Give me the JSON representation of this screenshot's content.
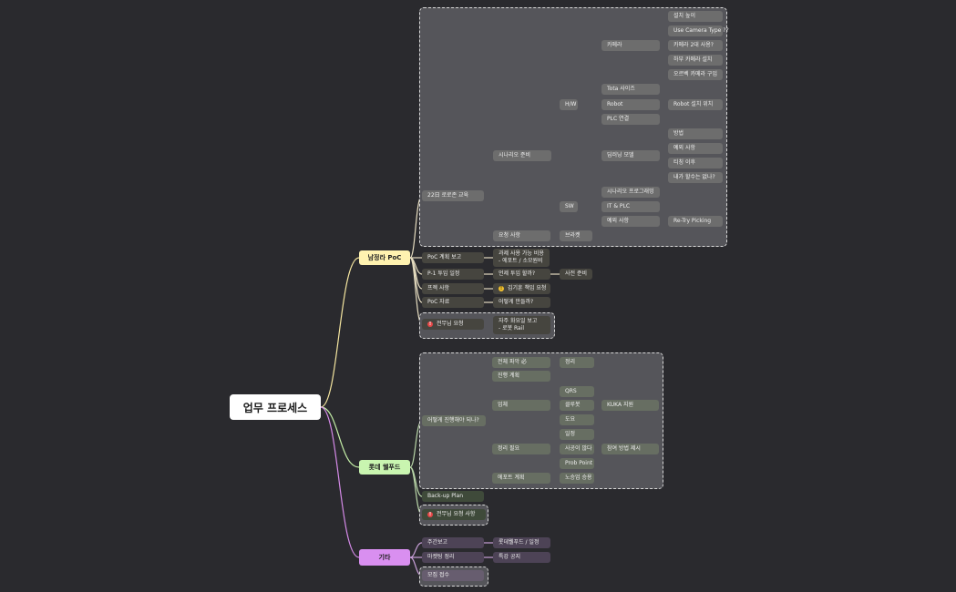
{
  "root": "업무 프로세스",
  "branches": {
    "poc": "남정라 PoC",
    "lotte": "롯데 웰푸드",
    "etc": "기타"
  },
  "poc": {
    "training": "22日 로로존 교육",
    "scenario": "시나리오 준비",
    "hw": "H/W",
    "camera": "카메라",
    "cam_items": [
      "설치 높이",
      "Use Camera Type ??",
      "카메라 2대 사용?",
      "하부 카메라 설치",
      "오르벡 카메라 구입"
    ],
    "tote": "Tota 사이즈",
    "robot": "Robot",
    "robot_pos": "Robot 설치 위치",
    "plc": "PLC 연결",
    "dl": "딥러닝 모델",
    "dl_items": [
      "방법",
      "예외 사항",
      "티칭 이후",
      "내가 할수는 없나?"
    ],
    "sw": "SW",
    "sw_items": [
      "시나리오 프로그래밍",
      "IT & PLC",
      "예외 사항"
    ],
    "retry": "Re-Try Picking",
    "req": "요청 사항",
    "bracket": "브라켓",
    "plan_report": "PoC 계획 보고",
    "plan_detail": "과제 사용 가능 비용\n- 에포트 / 소모원비",
    "p1": "P-1 투입 일정",
    "p1_when": "언제 투입 할까?",
    "prep": "사전 준비",
    "check": "프젝 사항",
    "check_note": "김기훈 책임 요청",
    "poc_doc": "PoC 자료",
    "poc_doc_q": "어떻게 만들까?",
    "exec_req": "전무님 요청",
    "exec_req_detail": "자주 화요일 보고\n- 로봇 Rail"
  },
  "lotte": {
    "how": "어떻게 진행해야 되나?",
    "grasp": "전체 파악 必",
    "organize": "정리",
    "progress": "진행 계획",
    "vendor": "업체",
    "vendor_items": [
      "QRS",
      "클루봇",
      "도요"
    ],
    "kuka": "KUKA 지원",
    "need": "정리 필요",
    "need_items": [
      "일정",
      "사공이 많다",
      "Prob Point"
    ],
    "propose": "참여 방법 제시",
    "effort": "에포트 계획",
    "approval": "노승업 승용",
    "backup": "Back-up Plan",
    "exec_req": "전무님 요청 사항"
  },
  "etc": {
    "weekly": "주간보고",
    "weekly_detail": "롯데웰푸드 / 일정",
    "marketing": "마켓팅 정리",
    "marketing_detail": "특강 공지",
    "budget": "모집 접수"
  }
}
